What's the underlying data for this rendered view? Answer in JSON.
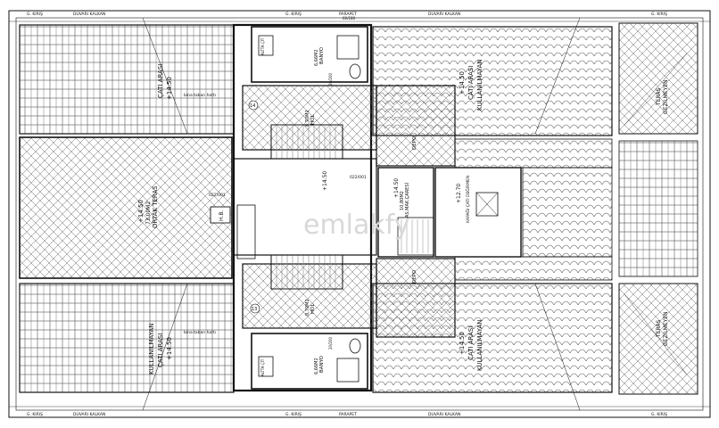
{
  "labels": {
    "fence_text": "G. KIRIŞ",
    "hand_rail": "DUVARI KALKAN",
    "parapet_top": "PARAPET",
    "parapet_code": "60/180",
    "kitchen_tag": "ALTTA ÇİT",
    "roof_left_top": "ÇATI ARASI",
    "roof_left_top_elev": "+14.50",
    "roof_right_top": "ÇATI ARASI",
    "roof_right_top_sub": "KULLANILMAYAN",
    "roof_right_top_elev": "+14.50",
    "roof_left_bottom": "ÇATI ARASI",
    "roof_left_bottom_sub": "KULLANILMAYAN",
    "roof_left_bottom_elev": "+14.50",
    "roof_right_bottom": "ÇATI ARASI",
    "roof_right_bottom_sub": "KULLANILMAYAN",
    "roof_right_bottom_elev": "+14.50",
    "terrace_left": "ORTAK TERAS",
    "terrace_left_area": "73,00M2",
    "terrace_left_elev": "+14.50",
    "terrace_right_top": "TERAS",
    "terrace_right_top_sub": "GEZİLMEYEN",
    "terrace_right_bottom": "TERAS",
    "terrace_right_bottom_sub": "GEZİLMEYEN",
    "bath_top": "BANYO",
    "bath_top_area": "6,66M2",
    "bath_bottom": "BANYO",
    "bath_bottom_area": "6,66M2",
    "hall_top": "HOL",
    "hall_top_area": "8,70M2",
    "hall_bottom": "HOL",
    "hall_bottom_area": "8,70M2",
    "depo_top": "DEPO",
    "depo_bottom": "DEPO",
    "asmakat": "AS.MAK.ÇARESİ",
    "asmakat_area": "10,80M2",
    "asmakat_elev": "+14.50",
    "stair_core_elev": "+14.50",
    "stair_note": "KAPAĞI ÇATI DEĞİRMEN",
    "stair_note_elev": "+12.70",
    "hb_label": "H.B.",
    "door_code": "022/001",
    "window_code": "20/200",
    "room_num_top": "14",
    "room_num_bottom": "13",
    "bina_taban": "bina taban hattı",
    "watermark": "emlakfy"
  },
  "colors": {
    "line": "#111111",
    "hatch": "#555555",
    "stair_hatch": "#8a8a8a",
    "watermark": "#d8d8d8"
  }
}
